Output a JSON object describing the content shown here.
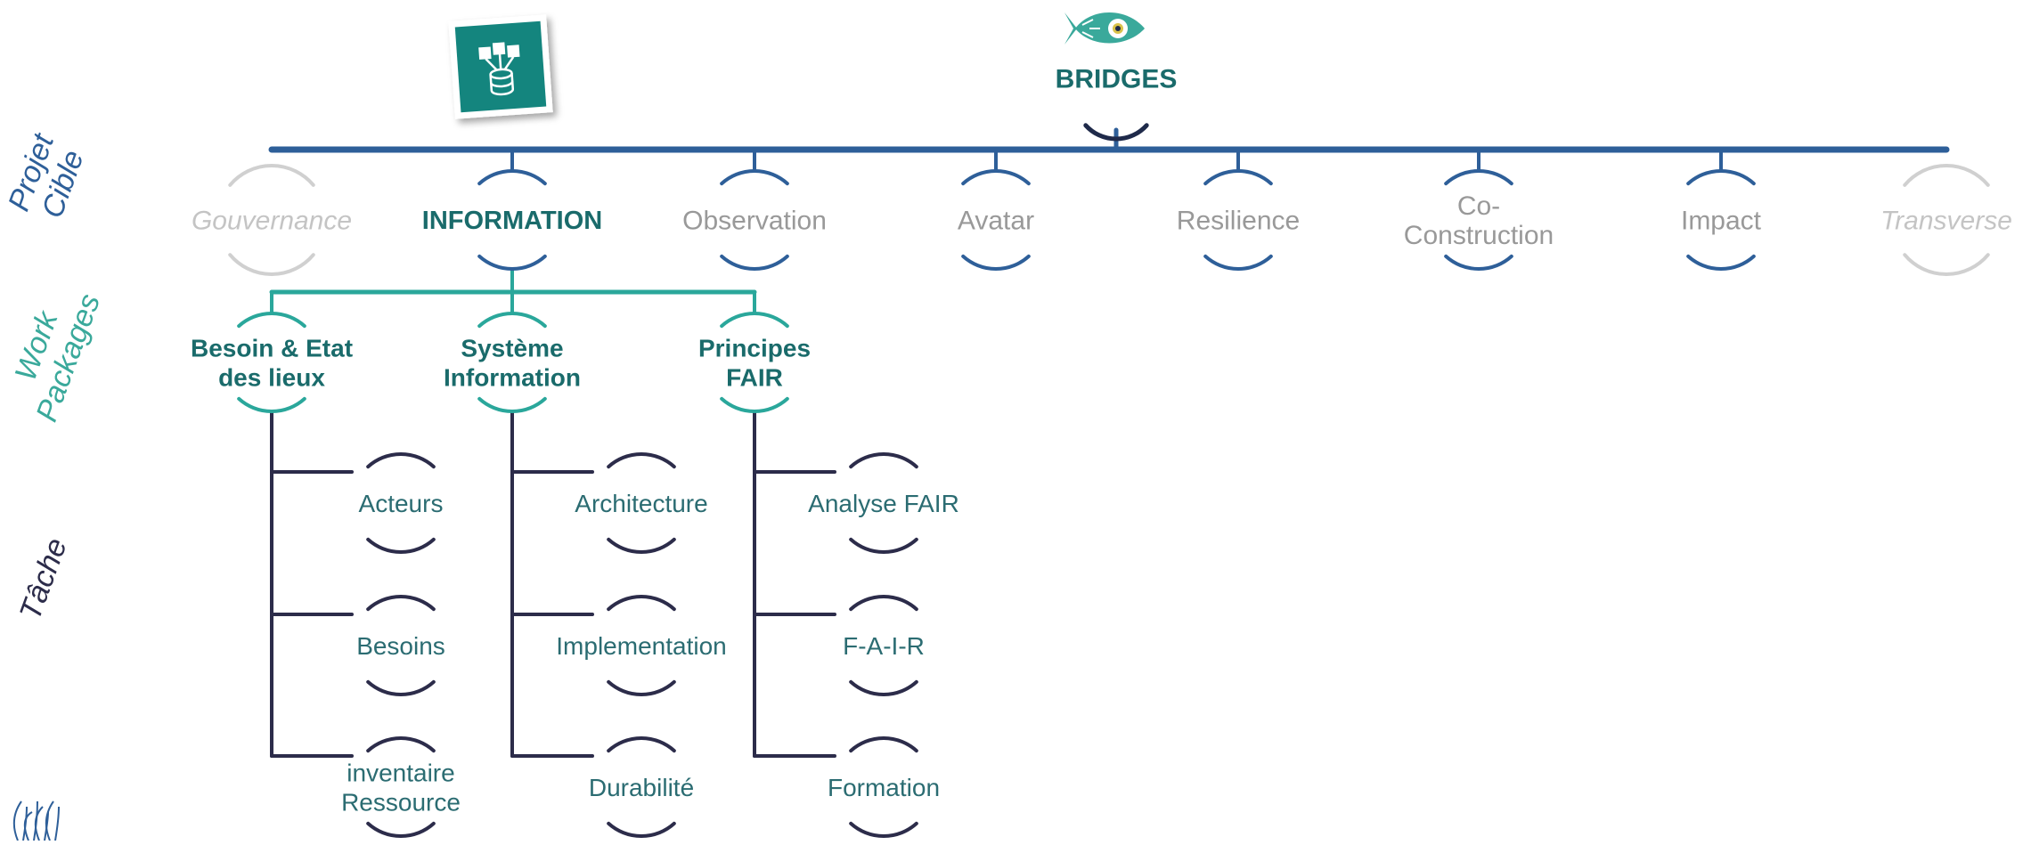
{
  "colors": {
    "project_line": "#2e5f99",
    "root_label": "#1a6b6b",
    "root_arc": "#1f2a4a",
    "grey": "#b8b8b8",
    "grey_text": "#999999",
    "wp_line": "#2aa79b",
    "wp_text": "#1a6b6b",
    "task_line": "#2c2c4a",
    "task_text": "#2b6c72",
    "axis_blue": "#2e5f99",
    "axis_teal": "#3aa99b",
    "axis_dark": "#2c2c4a"
  },
  "logo_icon": "database-icon",
  "mascot_icon": "fish-eye-icon",
  "root": {
    "label": "BRIDGES"
  },
  "axis": {
    "level1": [
      "Projet",
      "Cible"
    ],
    "level2": [
      "Work",
      "Packages"
    ],
    "level3": [
      "Tâche"
    ]
  },
  "projects": [
    {
      "lines": [
        "Gouvernance"
      ],
      "state": "muted"
    },
    {
      "lines": [
        "INFORMATION"
      ],
      "state": "active"
    },
    {
      "lines": [
        "Observation"
      ],
      "state": "normal"
    },
    {
      "lines": [
        "Avatar"
      ],
      "state": "normal"
    },
    {
      "lines": [
        "Resilience"
      ],
      "state": "normal"
    },
    {
      "lines": [
        "Co-",
        "Construction"
      ],
      "state": "normal"
    },
    {
      "lines": [
        "Impact"
      ],
      "state": "normal"
    },
    {
      "lines": [
        "Transverse"
      ],
      "state": "muted"
    }
  ],
  "work_packages": [
    {
      "lines": [
        "Besoin & Etat",
        "des lieux"
      ],
      "tasks": [
        [
          "Acteurs"
        ],
        [
          "Besoins"
        ],
        [
          "inventaire",
          "Ressource"
        ]
      ]
    },
    {
      "lines": [
        "Système",
        "Information"
      ],
      "tasks": [
        [
          "Architecture"
        ],
        [
          "Implementation"
        ],
        [
          "Durabilité"
        ]
      ]
    },
    {
      "lines": [
        "Principes",
        "FAIR"
      ],
      "tasks": [
        [
          "Analyse FAIR"
        ],
        [
          "F-A-I-R"
        ],
        [
          "Formation"
        ]
      ]
    }
  ]
}
